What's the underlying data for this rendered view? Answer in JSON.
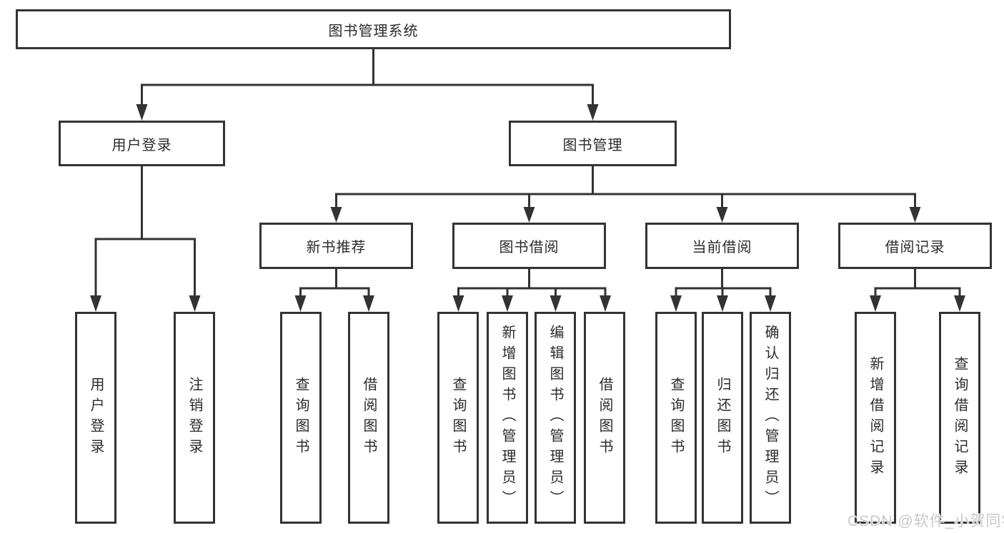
{
  "diagram_title": "图书管理系统",
  "tree": {
    "root": {
      "label": "图书管理系统",
      "children": [
        {
          "label": "用户登录",
          "children": [
            {
              "label": "用户登录"
            },
            {
              "label": "注销登录"
            }
          ]
        },
        {
          "label": "图书管理",
          "children": [
            {
              "label": "新书推荐",
              "children": [
                {
                  "label": "查询图书"
                },
                {
                  "label": "借阅图书"
                }
              ]
            },
            {
              "label": "图书借阅",
              "children": [
                {
                  "label": "查询图书"
                },
                {
                  "label": "新增图书（管理员）"
                },
                {
                  "label": "编辑图书（管理员）"
                },
                {
                  "label": "借阅图书"
                }
              ]
            },
            {
              "label": "当前借阅",
              "children": [
                {
                  "label": "查询图书"
                },
                {
                  "label": "归还图书"
                },
                {
                  "label": "确认归还（管理员）"
                }
              ]
            },
            {
              "label": "借阅记录",
              "children": [
                {
                  "label": "新增借阅记录"
                },
                {
                  "label": "查询借阅记录"
                }
              ]
            }
          ]
        }
      ]
    }
  },
  "watermark": {
    "text": "CSDN @软件_小贺同学"
  },
  "colors": {
    "line": "#333333",
    "box_border": "#333333",
    "text": "#2b2b2b",
    "watermark": "#c9c9c9",
    "background": "#ffffff"
  }
}
